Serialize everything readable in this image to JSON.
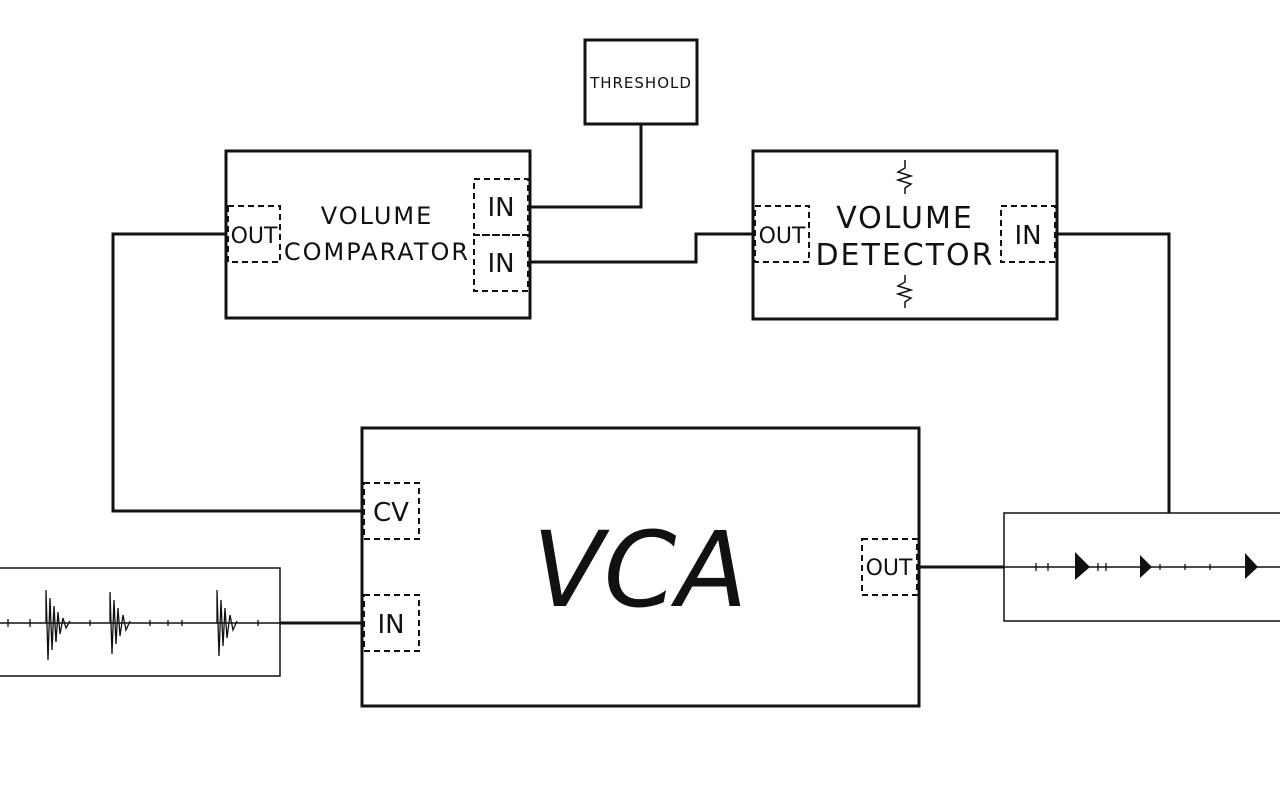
{
  "threshold": {
    "label": "THRESHOLD"
  },
  "comparator": {
    "label_line1": "VOLUME",
    "label_line2": "COMPARATOR",
    "port_out": "OUT",
    "port_in_1": "IN",
    "port_in_2": "IN"
  },
  "detector": {
    "label_line1": "VOLUME",
    "label_line2": "DETECTOR",
    "port_out": "OUT",
    "port_in": "IN"
  },
  "vca": {
    "label": "VCA",
    "port_cv": "CV",
    "port_in": "IN",
    "port_out": "OUT"
  },
  "colors": {
    "ink": "#111111",
    "background": "#ffffff"
  }
}
